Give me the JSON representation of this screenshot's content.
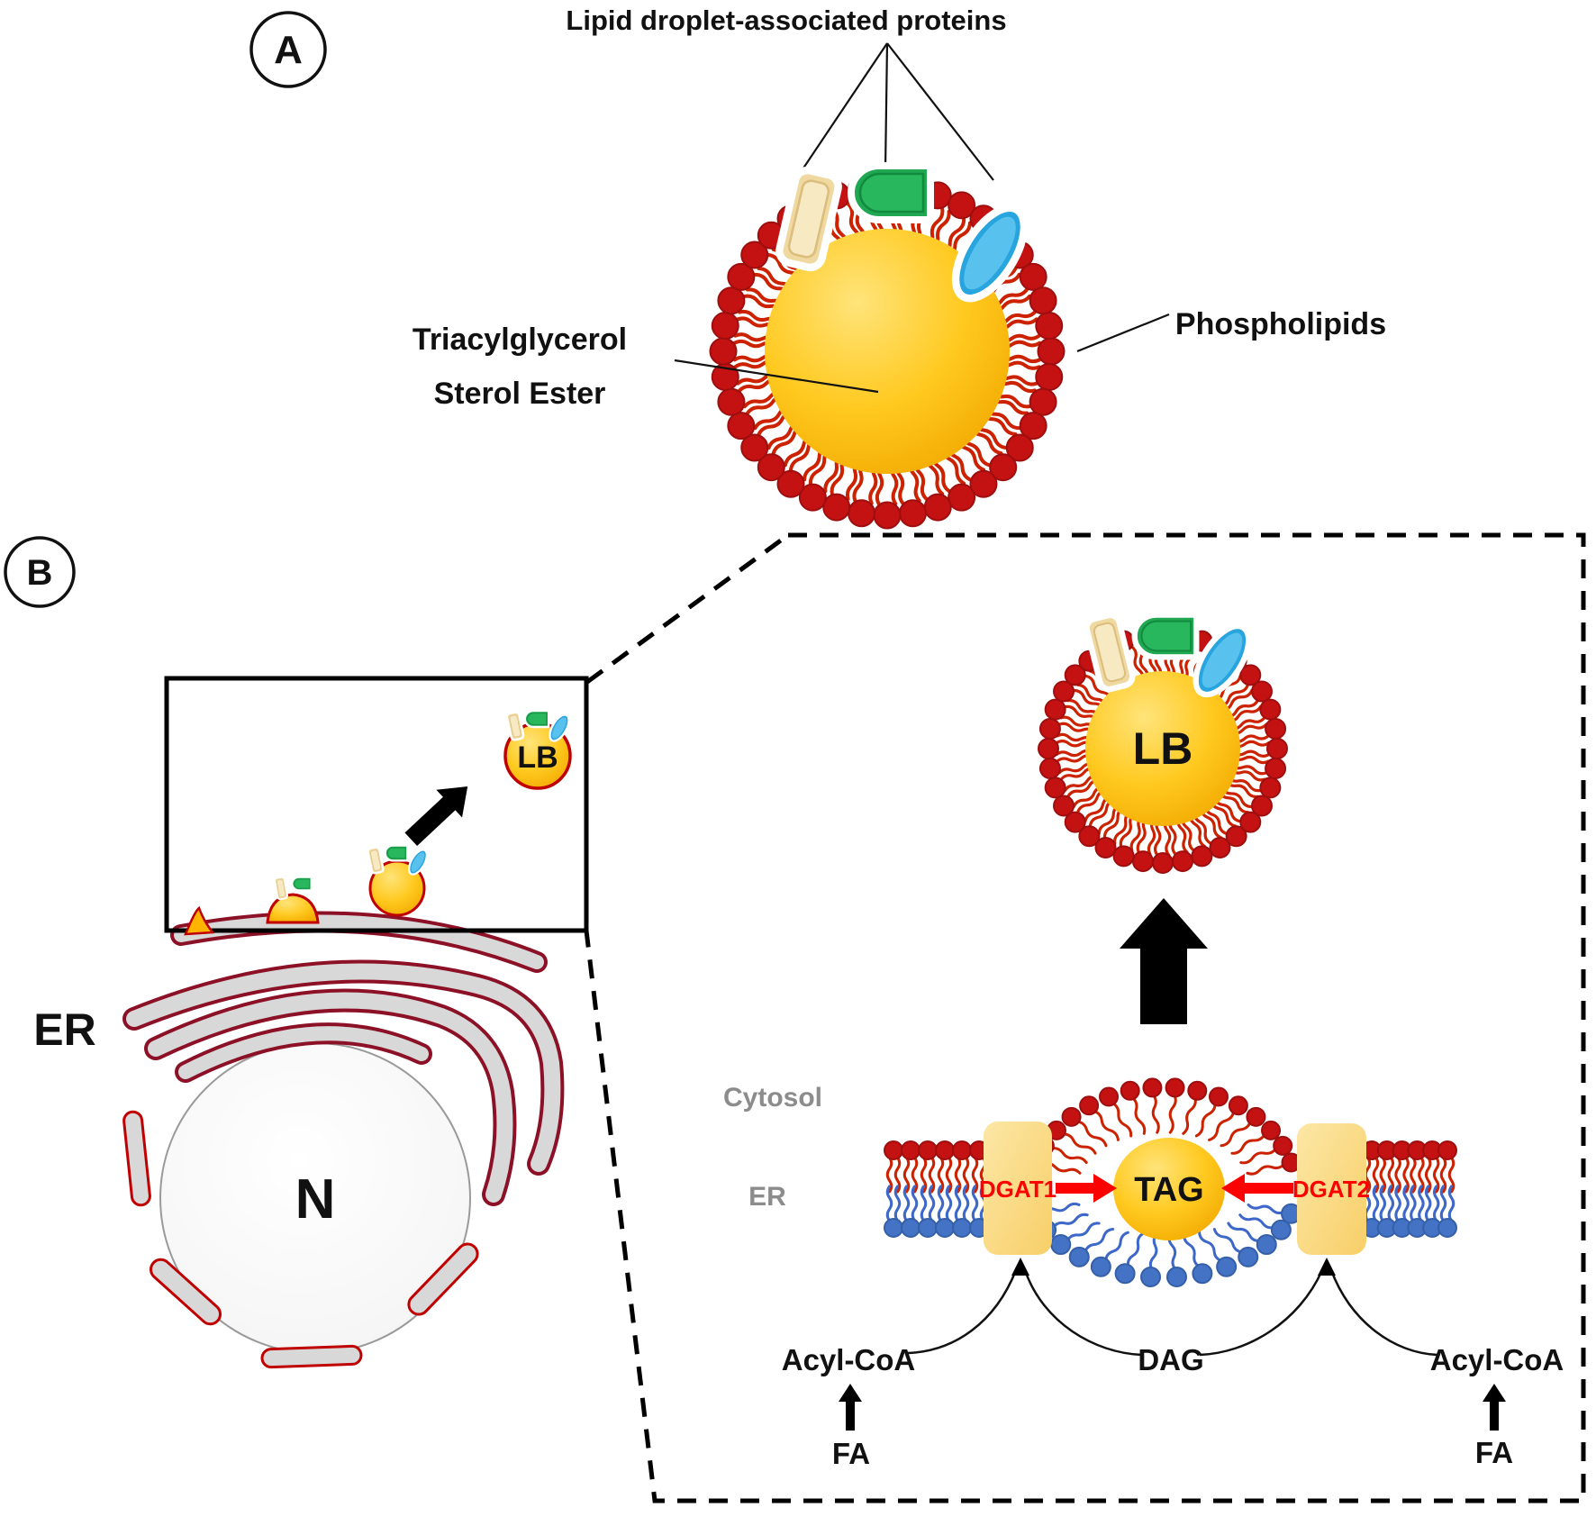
{
  "colors": {
    "phospholipid_red_head": "#C41212",
    "phospholipid_red_stroke": "#9E0E0E",
    "phospholipid_red_tail": "#CC2200",
    "luminal_blue_head": "#4472C4",
    "luminal_blue_stroke": "#3560A8",
    "luminal_blue_tail": "#3D68C9",
    "core_yellow": "#FFC81E",
    "er_gray": "#D8D8D8",
    "er_outline_maroon": "#8C1127",
    "capsule_outline_red": "#C00000",
    "dgat_yellow": "#F9D470",
    "enzyme_text_red": "#FF0000",
    "arrow_red": "#FF0000",
    "label_gray": "#8C8C8C",
    "protein_tan": "#EFD9A0",
    "protein_green": "#1FA851",
    "protein_blue": "#28A4DE",
    "text_black": "#111111"
  },
  "panel_a": {
    "badge": "A",
    "title": "Lipid droplet-associated proteins",
    "core_label_line1": "Triacylglycerol",
    "core_label_line2": "Sterol Ester",
    "membrane_label": "Phospholipids"
  },
  "panel_b": {
    "badge": "B",
    "er_label": "ER",
    "nucleus_label": "N",
    "lipid_body_small_label": "LB",
    "lipid_body_large_label": "LB",
    "cytosol_label": "Cytosol",
    "er_lumen_label": "ER",
    "enzyme_left": "DGAT1",
    "enzyme_right": "DGAT2",
    "tag_label": "TAG",
    "acyl_coa_left_label": "Acyl-CoA",
    "dag_label": "DAG",
    "acyl_coa_right_label": "Acyl-CoA",
    "fa_left_label": "FA",
    "fa_right_label": "FA"
  }
}
